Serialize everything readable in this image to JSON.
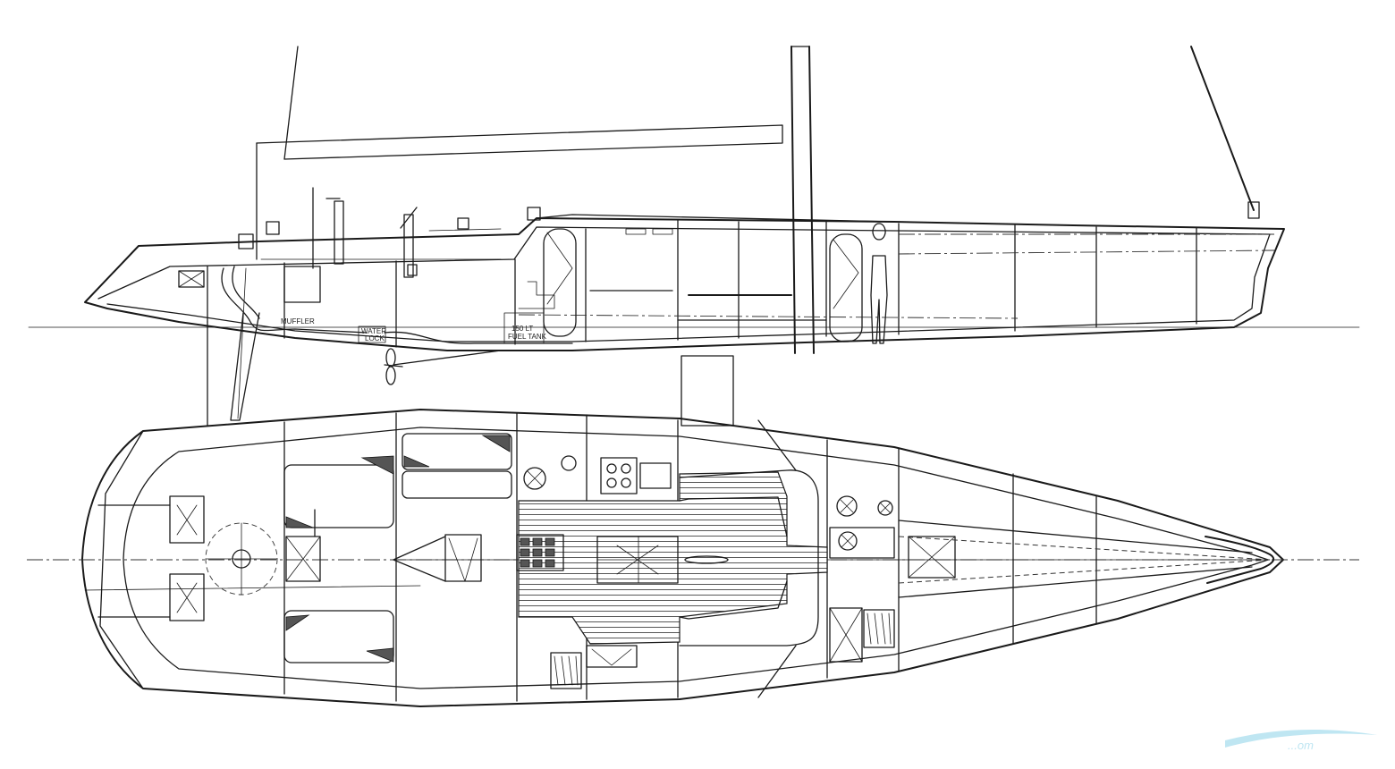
{
  "drawing": {
    "profile_labels": {
      "muffler": "MUFFLER",
      "water_lock_1": "WATER",
      "water_lock_2": "LOCK",
      "fuel_tank_1": "150 LT",
      "fuel_tank_2": "FUEL TANK"
    },
    "watermark": "...om"
  },
  "colors": {
    "line": "#1a1a1a",
    "background": "#ffffff",
    "watermark": "#bfe6f2"
  },
  "icons": {
    "stanchion_figure": "human-figure-icon",
    "propeller": "propeller-icon"
  }
}
